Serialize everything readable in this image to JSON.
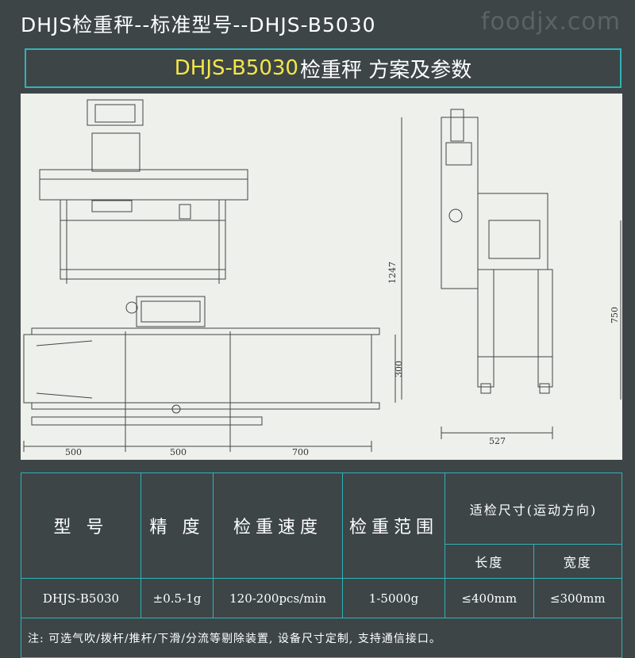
{
  "header": {
    "title": "DHJS检重秤--标准型号--DHJS-B5030",
    "watermark": "foodjx.com"
  },
  "banner": {
    "model": "DHJS-B5030",
    "suffix": "检重秤 方案及参数"
  },
  "drawing": {
    "dimensions": {
      "height_total": "1247",
      "height_belt": "750",
      "width_side": "527",
      "depth": "300",
      "len_in": "500",
      "len_weigh": "500",
      "len_out": "700"
    }
  },
  "specs": {
    "headers": {
      "model": "型 号",
      "accuracy": "精 度",
      "speed": "检重速度",
      "range": "检重范围",
      "size": "适检尺寸(运动方向)",
      "length": "长度",
      "width": "宽度"
    },
    "row": {
      "model": "DHJS-B5030",
      "accuracy": "±0.5-1g",
      "speed": "120-200pcs/min",
      "range": "1-5000g",
      "length": "≤400mm",
      "width": "≤300mm"
    },
    "note": "注: 可选气吹/拨杆/推杆/下滑/分流等剔除装置, 设备尺寸定制, 支持通信接口。"
  }
}
